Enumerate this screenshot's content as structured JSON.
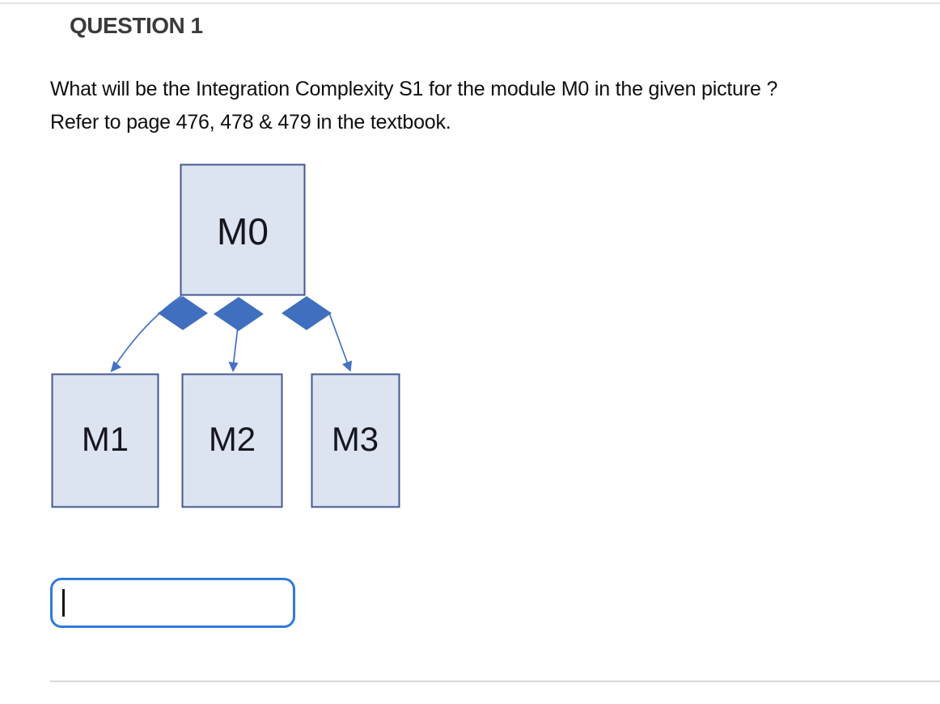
{
  "question": {
    "heading": "QUESTION 1",
    "line1": "What will be the Integration Complexity S1 for the module M0 in the given picture ?",
    "line2": "Refer to page 476, 478 & 479 in the textbook."
  },
  "diagram": {
    "type": "module-hierarchy-chart",
    "root_label": "M0",
    "child_labels": [
      "M1",
      "M2",
      "M3"
    ],
    "colors": {
      "box_fill": "#dce3f1",
      "box_border": "#44598f",
      "diamond_fill": "#3f6fbe",
      "connector": "#4472c4"
    }
  },
  "answer_field": {
    "value": ""
  }
}
